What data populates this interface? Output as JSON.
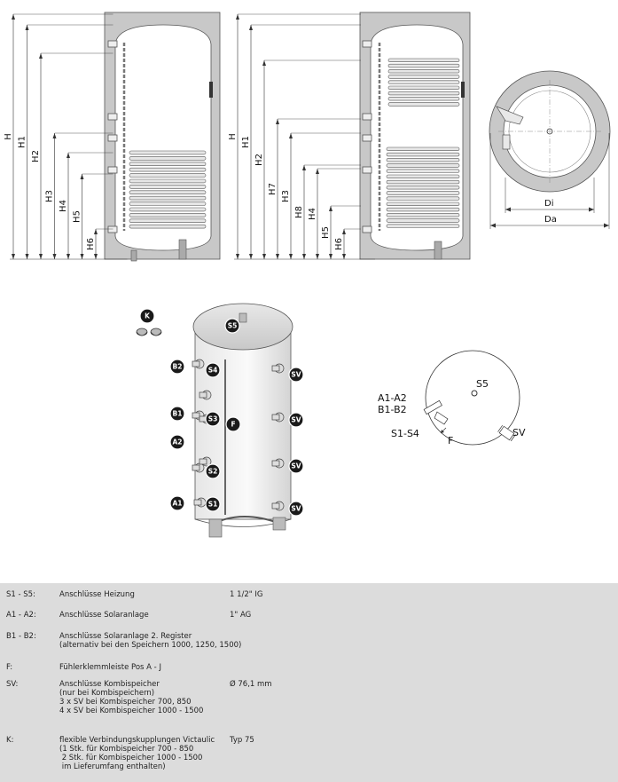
{
  "dims_left": [
    "H",
    "H1",
    "H2",
    "H3",
    "H4",
    "H5",
    "H6"
  ],
  "dims_mid": [
    "H",
    "H1",
    "H2",
    "H7",
    "H3",
    "H8",
    "H4",
    "H5",
    "H6"
  ],
  "dims_round": [
    "Di",
    "Da"
  ],
  "badges": {
    "k": "K",
    "s5": "S5",
    "b2": "B2",
    "s4": "S4",
    "b1": "B1",
    "s3": "S3",
    "f": "F",
    "a2": "A2",
    "s2": "S2",
    "a1": "A1",
    "s1": "S1",
    "sv": "SV"
  },
  "plan": {
    "s5": "S5",
    "a1a2": "A1-A2",
    "b1b2": "B1-B2",
    "s1s4": "S1-S4",
    "f": "F",
    "sv": "SV"
  },
  "legend": [
    {
      "key": "S1 - S5:",
      "desc": [
        "Anschlüsse Heizung"
      ],
      "value": "1 1/2\" IG"
    },
    {
      "key": "A1 - A2:",
      "desc": [
        "Anschlüsse Solaranlage"
      ],
      "value": "1\" AG"
    },
    {
      "key": "B1 - B2:",
      "desc": [
        "Anschlüsse Solaranlage 2. Register",
        "(alternativ bei den Speichern 1000, 1250, 1500)"
      ],
      "value": ""
    },
    {
      "key": "F:",
      "desc": [
        "Fühlerklemmleiste Pos A - J"
      ],
      "value": ""
    },
    {
      "key": "SV:",
      "desc": [
        "Anschlüsse Kombispeicher",
        "(nur bei Kombispeichern)",
        "3 x SV bei Kombispeicher 700, 850",
        "4 x SV bei Kombispeicher 1000 - 1500"
      ],
      "value": "Ø 76,1 mm"
    },
    {
      "key": "K:",
      "desc": [
        "flexible Verbindungskupplungen Victaulic",
        "(1 Stk. für Kombispeicher 700 - 850",
        " 2 Stk. für Kombispeicher 1000 - 1500",
        " im Lieferumfang enthalten)"
      ],
      "value": "Typ 75"
    }
  ]
}
